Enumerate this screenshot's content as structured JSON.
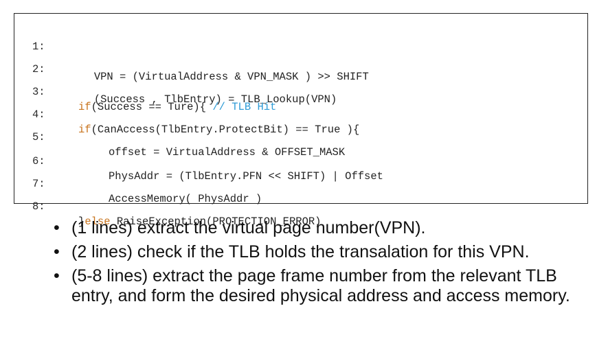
{
  "code": {
    "lines": [
      {
        "num": "1:",
        "parts": [
          {
            "t": "VPN = (VirtualAddress & VPN_MASK ) >> SHIFT",
            "k": "txt"
          }
        ]
      },
      {
        "num": "2:",
        "parts": [
          {
            "t": "(Success , TlbEntry) = TLB_Lookup(VPN)",
            "k": "txt"
          }
        ]
      },
      {
        "num": "3:",
        "parts": [
          {
            "t": "if",
            "k": "kw"
          },
          {
            "t": "(Success == Ture){ ",
            "k": "txt"
          },
          {
            "t": "// TLB Hit",
            "k": "cm"
          }
        ]
      },
      {
        "num": "4:",
        "parts": [
          {
            "t": "if",
            "k": "kw"
          },
          {
            "t": "(CanAccess(TlbEntry.ProtectBit) == True ){",
            "k": "txt"
          }
        ]
      },
      {
        "num": "5:",
        "parts": [
          {
            "t": "offset = VirtualAddress & OFFSET_MASK",
            "k": "txt"
          }
        ]
      },
      {
        "num": "6:",
        "parts": [
          {
            "t": "PhysAddr = (TlbEntry.PFN << SHIFT) | Offset",
            "k": "txt"
          }
        ]
      },
      {
        "num": "7:",
        "parts": [
          {
            "t": "AccessMemory( PhysAddr )",
            "k": "txt"
          }
        ]
      },
      {
        "num": "8:",
        "parts": [
          {
            "t": "}",
            "k": "txt"
          },
          {
            "t": "else",
            "k": "kw"
          },
          {
            "t": " RaiseException(PROTECTION_ERROR)",
            "k": "txt"
          }
        ]
      }
    ]
  },
  "bullets": [
    "(1 lines) extract the virtual page number(VPN).",
    "(2 lines) check if the TLB holds the transalation for this VPN.",
    "(5-8 lines) extract the page frame number from the relevant TLB entry, and form the desired physical address and access memory."
  ],
  "colors": {
    "keyword": "#c8741e",
    "comment": "#2e9bd6",
    "text": "#222222"
  }
}
